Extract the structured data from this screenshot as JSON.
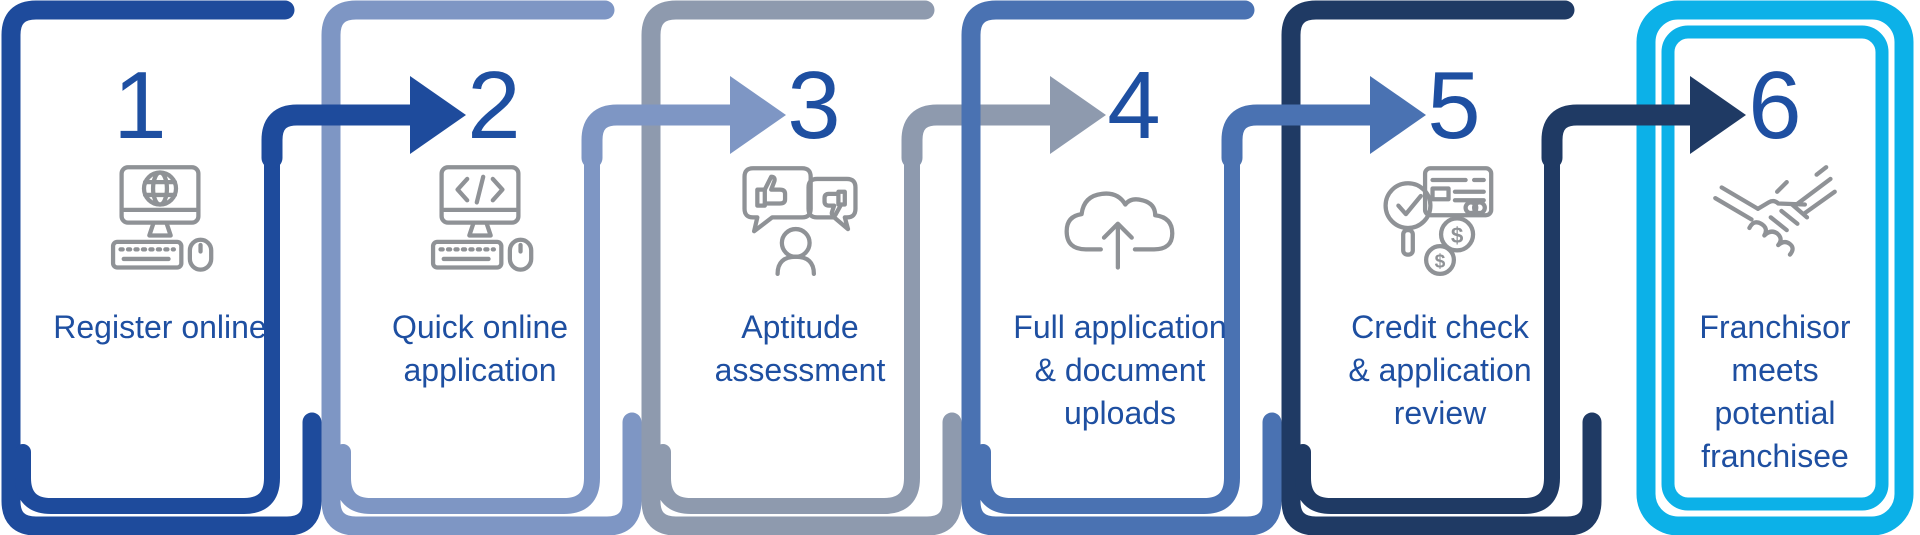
{
  "steps": [
    {
      "number": "1",
      "label": "Register online",
      "color": "#1e4b9c",
      "icon": "desktop-globe"
    },
    {
      "number": "2",
      "label": "Quick online\napplication",
      "color": "#7e96c4",
      "icon": "desktop-code"
    },
    {
      "number": "3",
      "label": "Aptitude\nassessment",
      "color": "#8e9aae",
      "icon": "interview-feedback"
    },
    {
      "number": "4",
      "label": "Full application\n& document\nuploads",
      "color": "#4a72b2",
      "icon": "cloud-upload"
    },
    {
      "number": "5",
      "label": "Credit check\n& application\nreview",
      "color": "#1f3a64",
      "icon": "credit-review"
    },
    {
      "number": "6",
      "label": "Franchisor\nmeets\npotential\nfranchisee",
      "color": "#0cb1e8",
      "icon": "handshake"
    }
  ],
  "colors": {
    "text": "#1e4fa1",
    "icon": "#8f9296",
    "background": "#ffffff"
  }
}
